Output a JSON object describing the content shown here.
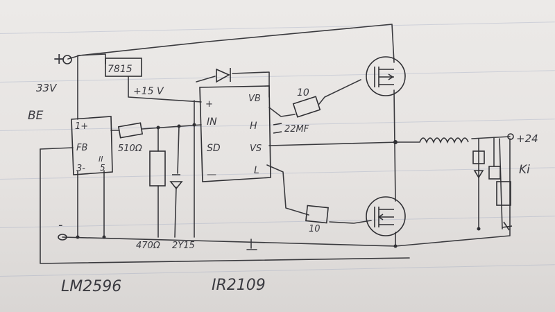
{
  "labels": {
    "plus_sign": "+",
    "minus_sign": "-",
    "input_voltage": "33V",
    "be": "BE",
    "regulator": "7815",
    "rail_15v": "+15 V",
    "lm_pin1": "1+",
    "lm_fb": "FB",
    "lm_pin3": "3-",
    "lm_pin5": "5",
    "lm_pin_roman": "II",
    "r_510": "510Ω",
    "r_470": "470Ω",
    "zener": "2Y15",
    "ir_plus": "+",
    "ir_in": "IN",
    "ir_sd": "SD",
    "ir_minus": "—",
    "ir_vb": "VB",
    "ir_h": "H",
    "ir_vs": "VS",
    "ir_l": "L",
    "cap": "22MF",
    "r_gate_top": "10",
    "r_gate_bottom": "10",
    "output": "+24",
    "ki": "Ki",
    "chip_lm": "LM2596",
    "chip_ir": "IR2109"
  },
  "colors": {
    "ink": "#3a3a3e",
    "paper": "#e9e6e4"
  }
}
